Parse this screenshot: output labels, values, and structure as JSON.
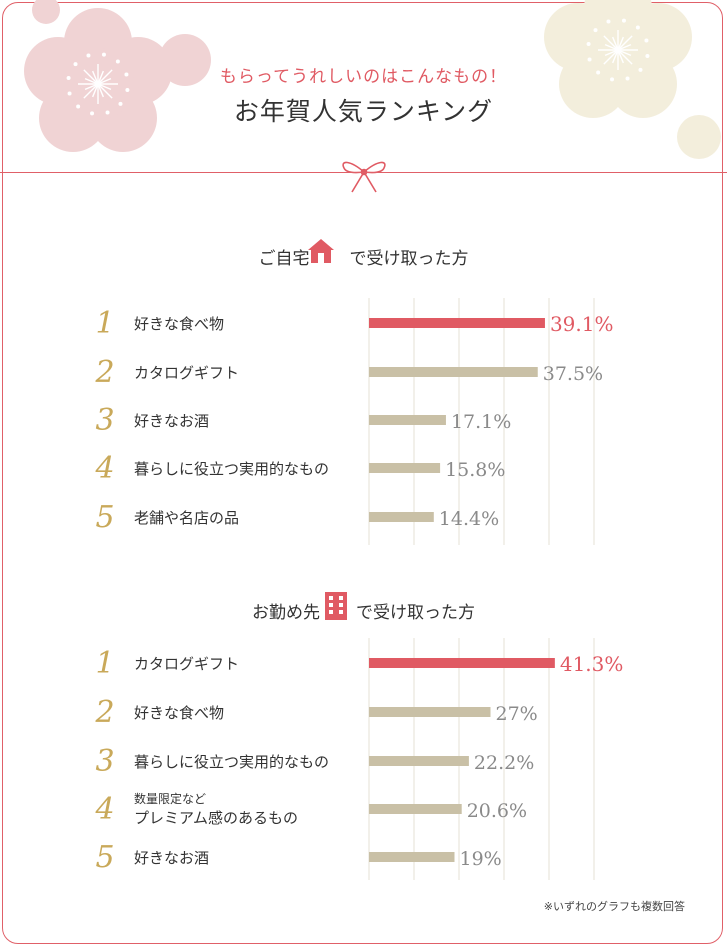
{
  "header": {
    "subtitle": "もらってうれしいのはこんなもの！",
    "title": "お年賀人気ランキング"
  },
  "colors": {
    "accent": "#e05a63",
    "bar_top": "#e05a63",
    "bar_other": "#c9c0a6",
    "rank_gold": "#c9a95a",
    "blossom_pink": "#f0d3d4",
    "blossom_cream": "#f3eedc"
  },
  "icons": {
    "home": "house-icon",
    "office": "building-icon",
    "ribbon": "ribbon-icon"
  },
  "footnote": "※いずれのグラフも複数回答",
  "chart_data": [
    {
      "type": "bar",
      "title_prefix": "ご自宅",
      "title_suffix": "で受け取った方",
      "ranks": [
        "1",
        "2",
        "3",
        "4",
        "5"
      ],
      "categories": [
        "好きな食べ物",
        "カタログギフト",
        "好きなお酒",
        "暮らしに役立つ実用的なもの",
        "老舗や名店の品"
      ],
      "values": [
        39.1,
        37.5,
        17.1,
        15.8,
        14.4
      ],
      "value_labels": [
        "39.1%",
        "37.5%",
        "17.1%",
        "15.8%",
        "14.4%"
      ],
      "xlim": [
        0,
        50
      ],
      "grid": true
    },
    {
      "type": "bar",
      "title_prefix": "お勤め先",
      "title_suffix": "で受け取った方",
      "ranks": [
        "1",
        "2",
        "3",
        "4",
        "5"
      ],
      "categories": [
        "カタログギフト",
        "好きな食べ物",
        "暮らしに役立つ実用的なもの",
        "数量限定などプレミアム感のあるもの",
        "好きなお酒"
      ],
      "category_lines": [
        [
          "カタログギフト"
        ],
        [
          "好きな食べ物"
        ],
        [
          "暮らしに役立つ実用的なもの"
        ],
        [
          "数量限定など",
          "プレミアム感のあるもの"
        ],
        [
          "好きなお酒"
        ]
      ],
      "values": [
        41.3,
        27,
        22.2,
        20.6,
        19
      ],
      "value_labels": [
        "41.3%",
        "27%",
        "22.2%",
        "20.6%",
        "19%"
      ],
      "xlim": [
        0,
        50
      ],
      "grid": true
    }
  ]
}
